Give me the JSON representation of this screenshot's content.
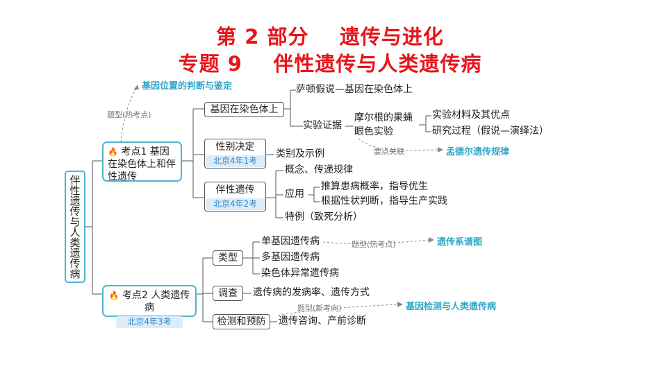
{
  "title": {
    "line1": "第 2 部分    遗传与进化",
    "line2": "专题 9    伴性遗传与人类遗传病"
  },
  "root": "伴性遗传与人类遗传病",
  "k1": {
    "label": "考点1  基因在染色体上和伴性遗传"
  },
  "k2": {
    "label": "考点2  人类遗传病",
    "tag": "北京4年3考"
  },
  "icons": {
    "hot": "fire-icon",
    "hot_color": "#1d8bd8"
  },
  "n1": {
    "box": "基因在染色体上",
    "hypothesis": "萨顿假说—基因在染色体上",
    "evidence": "实验证据",
    "morgan": "摩尔根的果蝇",
    "morgan2": "眼色实验",
    "material": "实验材料及其优点",
    "process": "研究过程（假说—演绎法）"
  },
  "n2": {
    "box": "性别决定",
    "tag": "北京4年1考",
    "child": "类别及示例"
  },
  "n3": {
    "box": "伴性遗传",
    "tag": "北京4年2考",
    "concept": "概念、传递规律",
    "apply": "应用",
    "apply1": "推算患病概率，指导优生",
    "apply2": "根据性状判断，指导生产实践",
    "special": "特例（致死分析）"
  },
  "m1": {
    "box": "类型",
    "single": "单基因遗传病",
    "multi": "多基因遗传病",
    "chrom": "染色体异常遗传病"
  },
  "m2": {
    "box": "调查",
    "child": "遗传病的发病率、遗传方式"
  },
  "m3": {
    "box": "检测和预防",
    "child": "遗传咨询、产前诊断"
  },
  "ext": {
    "note_top": "题型(热考点)",
    "blue_top": "基因位置的判断与鉴定",
    "note_link": "要点关联",
    "blue_link": "孟德尔遗传规律",
    "note_pedigree": "题型(热考点)",
    "blue_pedigree": "遗传系谱图",
    "note_new": "题型(新考向)",
    "blue_new": "基因检测与人类遗传病"
  },
  "colors": {
    "title": "#e8141b",
    "accent": "#4fb3cf",
    "tag_bg": "#dcecf9",
    "tag_text": "#2f86c8",
    "ext_text": "#2fa6c8"
  }
}
